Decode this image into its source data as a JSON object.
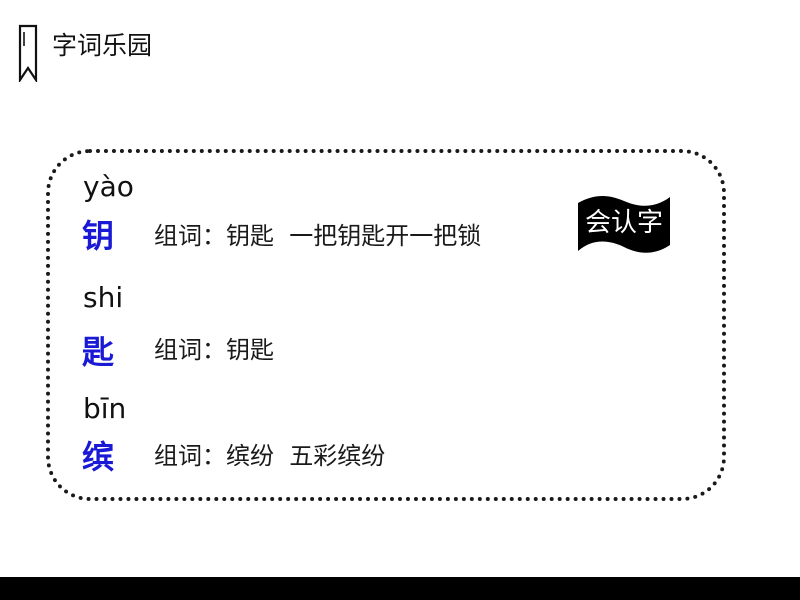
{
  "header": {
    "title": "字词乐园",
    "icon": "bookmark-icon"
  },
  "badge": {
    "label": "会认字",
    "bg_color": "#000000",
    "text_color": "#ffffff"
  },
  "entries": [
    {
      "pinyin": "yào",
      "character": "钥",
      "words": "组词：钥匙  一把钥匙开一把锁"
    },
    {
      "pinyin": "shi",
      "character": "匙",
      "words": "组词：钥匙"
    },
    {
      "pinyin": "bīn",
      "character": "缤",
      "words": "组词：缤纷  五彩缤纷"
    }
  ],
  "colors": {
    "character": "#1a1ad6",
    "text": "#1a1a1a",
    "border": "#1a1a1a"
  }
}
